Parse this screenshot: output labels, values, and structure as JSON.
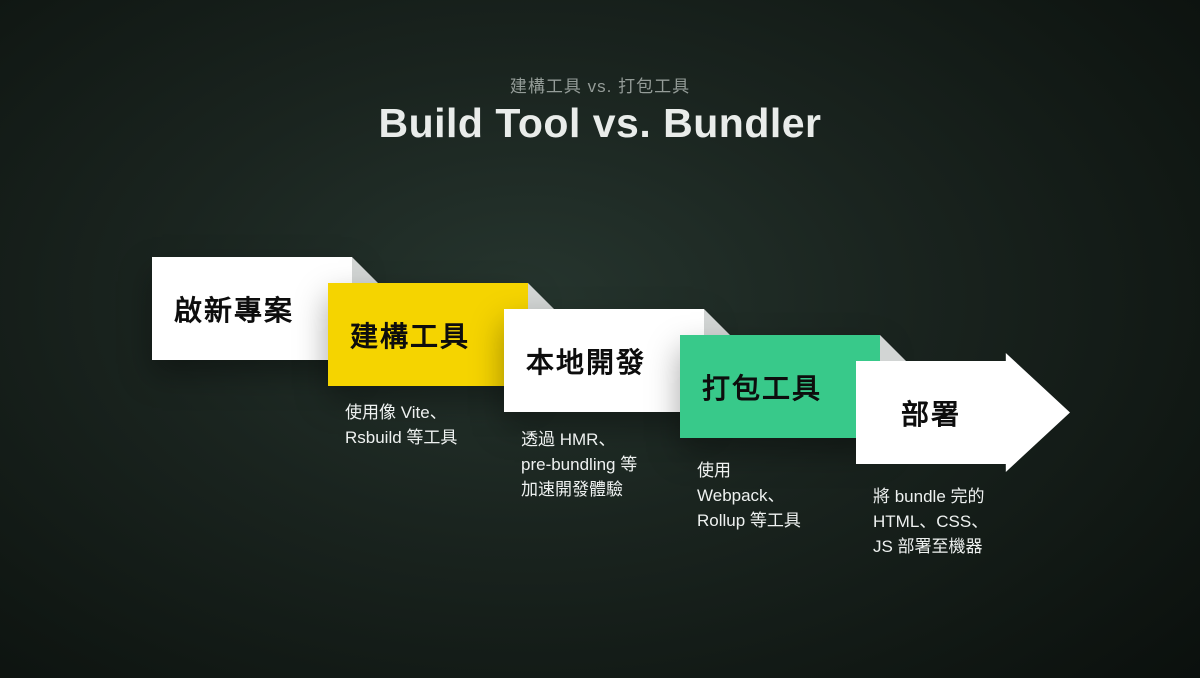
{
  "header": {
    "subtitle": "建構工具 vs. 打包工具",
    "title": "Build Tool vs. Bundler"
  },
  "colors": {
    "background_center": "#26352e",
    "background_edge": "#050806",
    "step_white": "#ffffff",
    "step_yellow": "#f5d400",
    "step_green": "#38c98a",
    "fold_gray": "#d2d5d4",
    "label_text": "#0d0d0d",
    "description_text": "#eef1f0"
  },
  "steps": [
    {
      "label": "啟新專案",
      "color": "#ffffff",
      "description": ""
    },
    {
      "label": "建構工具",
      "color": "#f5d400",
      "description": "使用像 Vite、\nRsbuild 等工具"
    },
    {
      "label": "本地開發",
      "color": "#ffffff",
      "description": "透過 HMR、\npre-bundling 等\n加速開發體驗"
    },
    {
      "label": "打包工具",
      "color": "#38c98a",
      "description": "使用\nWebpack、\nRollup 等工具"
    },
    {
      "label": "部署",
      "color": "#ffffff",
      "shape": "arrow",
      "description": "將 bundle 完的\nHTML、CSS、\nJS 部署至機器"
    }
  ]
}
